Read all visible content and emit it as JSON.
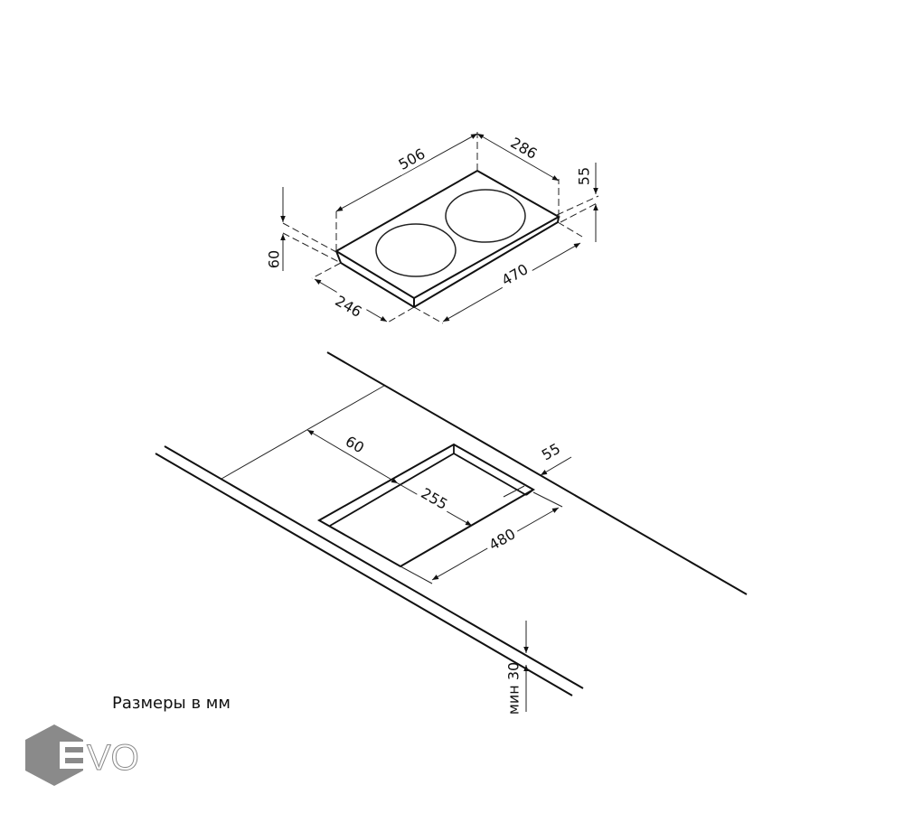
{
  "hob": {
    "dims": {
      "width_top": "506",
      "depth_top": "286",
      "height_right": "55",
      "height_left": "60",
      "depth_bottom": "246",
      "width_bottom": "470"
    }
  },
  "cutout": {
    "dims": {
      "front_offset": "60",
      "depth": "255",
      "back_offset": "55",
      "width": "480",
      "min_thickness": "мин 30"
    }
  },
  "caption": "Размеры в мм",
  "logo": {
    "text": "EVO",
    "color": "#8a8a8a"
  }
}
